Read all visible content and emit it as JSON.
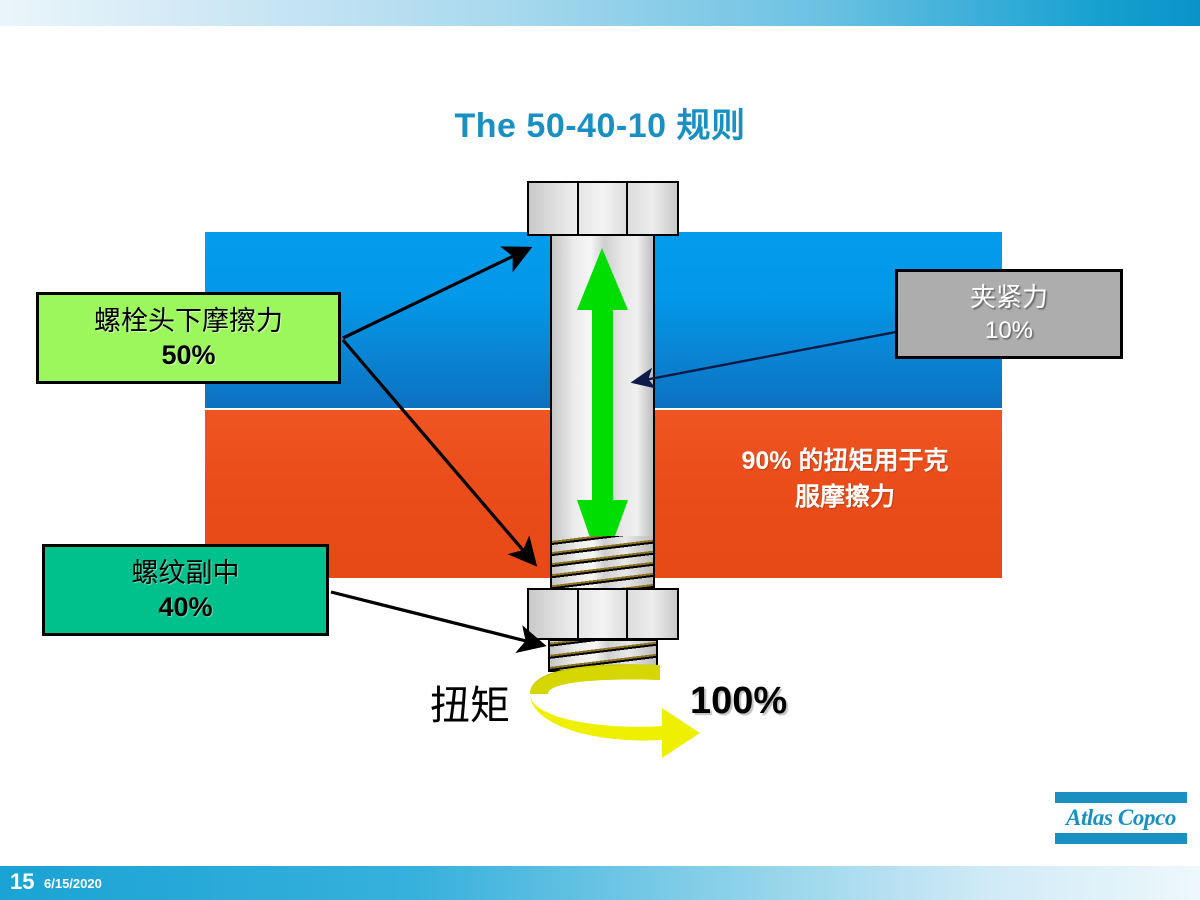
{
  "slide": {
    "title": "The 50-40-10 规则",
    "title_color": "#1a8fc1"
  },
  "footer": {
    "page_number": "15",
    "date": "6/15/2020"
  },
  "logo": {
    "text": "Atlas Copco",
    "color": "#1a8fc1"
  },
  "diagram": {
    "joint": {
      "upper_block_color": "#0397e8",
      "lower_block_color": "#ea4c1a",
      "lower_block_text_line1": "90%  的扭矩用于克",
      "lower_block_text_line2": "服摩擦力"
    },
    "callouts": [
      {
        "id": "under-head-friction",
        "line1": "螺栓头下摩擦力",
        "line2": "50%",
        "color": "#9bf75c"
      },
      {
        "id": "thread-friction",
        "line1": "螺纹副中",
        "line2": "40%",
        "color": "#00c08b"
      },
      {
        "id": "clamp-force",
        "line1": "夹紧力",
        "line2": "10%",
        "color": "#adadad"
      }
    ],
    "torque": {
      "label": "扭矩",
      "percent": "100%",
      "arrow_color": "#e8e800"
    },
    "tension_arrow_color": "#00dd00"
  }
}
